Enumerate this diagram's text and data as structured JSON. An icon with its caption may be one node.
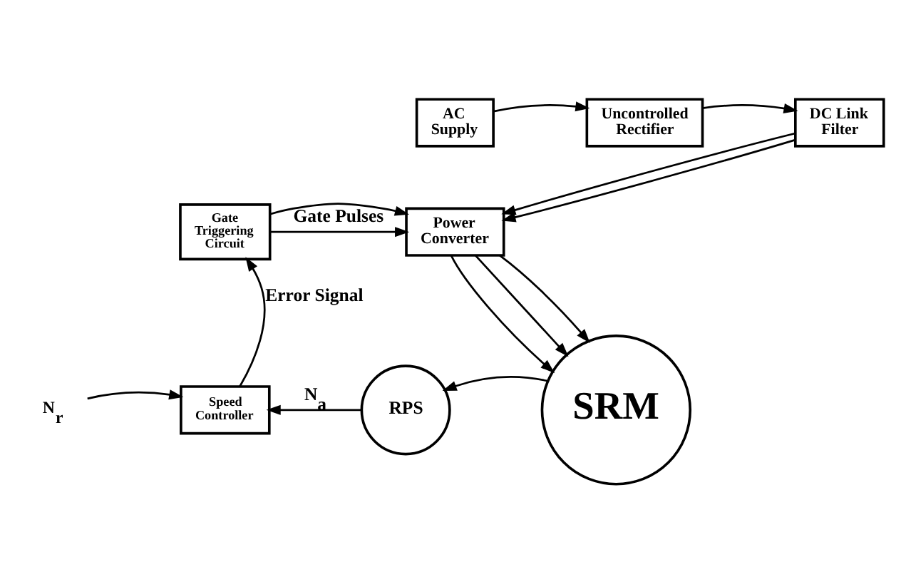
{
  "diagram": {
    "nodes": [
      {
        "text": [
          "AC Supply"
        ]
      },
      {
        "text": [
          "Uncontrolled Rectifier"
        ]
      },
      {
        "text": [
          "DC Link Filter"
        ]
      },
      {
        "text": [
          "Gate Triggering Circuit"
        ]
      },
      {
        "text": [
          "Power Converter"
        ]
      },
      {
        "text": [
          "N$_{r}$"
        ]
      },
      {
        "text": [
          "Speed Controller"
        ]
      },
      {
        "text": [
          "RPS"
        ]
      },
      {
        "text": [
          "SRM"
        ]
      }
    ],
    "edges": [
      {
        "from": 0,
        "to": 1,
        "arrow": "to"
      },
      {
        "from": 1,
        "to": 2,
        "arrow": "to"
      },
      {
        "from": 2,
        "to": 4,
        "arrow": "to"
      },
      {
        "from": 2,
        "to": 4,
        "arrow": "to"
      },
      {
        "from": 3,
        "to": 4,
        "arrow": "to",
        "label": "Gate Pulses"
      },
      {
        "from": 3,
        "to": 4,
        "arrow": "to"
      },
      {
        "from": 4,
        "to": 8,
        "arrow": "to"
      },
      {
        "from": 4,
        "to": 8,
        "arrow": "to"
      },
      {
        "from": 4,
        "to": 8,
        "arrow": "to"
      },
      {
        "from": 8,
        "to": 7,
        "arrow": "to"
      },
      {
        "from": 7,
        "to": 6,
        "arrow": "to",
        "label": "N$_{a}$"
      },
      {
        "from": 5,
        "to": 6,
        "arrow": "to"
      },
      {
        "from": 6,
        "to": 3,
        "arrow": "to",
        "label": "Error Signal"
      }
    ]
  }
}
